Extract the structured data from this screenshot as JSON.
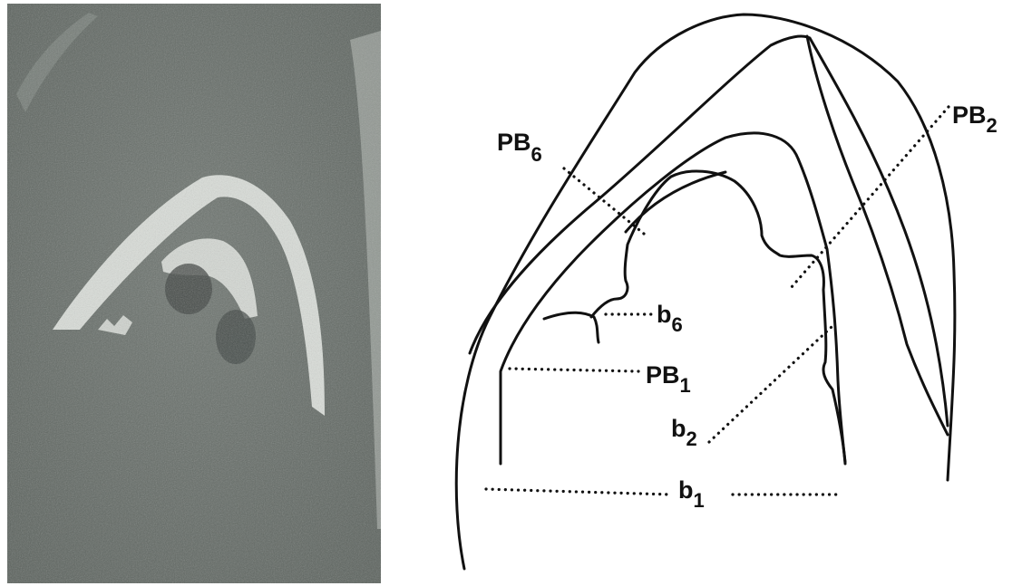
{
  "labels": {
    "pb6": {
      "main": "PB",
      "sub": "6"
    },
    "pb2": {
      "main": "PB",
      "sub": "2"
    },
    "b6": {
      "main": "b",
      "sub": "6"
    },
    "pb1": {
      "main": "PB",
      "sub": "1"
    },
    "b2": {
      "main": "b",
      "sub": "2"
    },
    "b1": {
      "main": "b",
      "sub": "1"
    }
  }
}
